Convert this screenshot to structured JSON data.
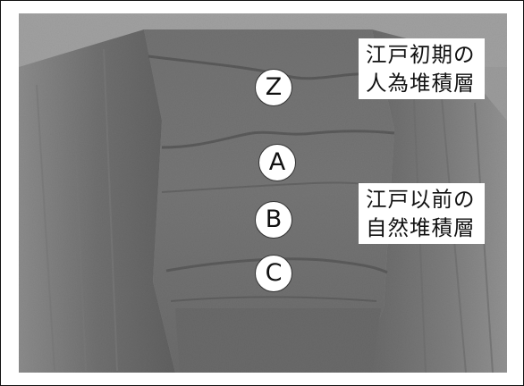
{
  "layers": {
    "z": "Z",
    "a": "A",
    "b": "B",
    "c": "C"
  },
  "labels": {
    "top_line1": "江戸初期の",
    "top_line2": "人為堆積層",
    "bottom_line1": "江戸以前の",
    "bottom_line2": "自然堆積層"
  },
  "colors": {
    "soil_light": "#b9b9b9",
    "soil_dark": "#4a4a4a",
    "soil_mid": "#7d7d7d"
  }
}
